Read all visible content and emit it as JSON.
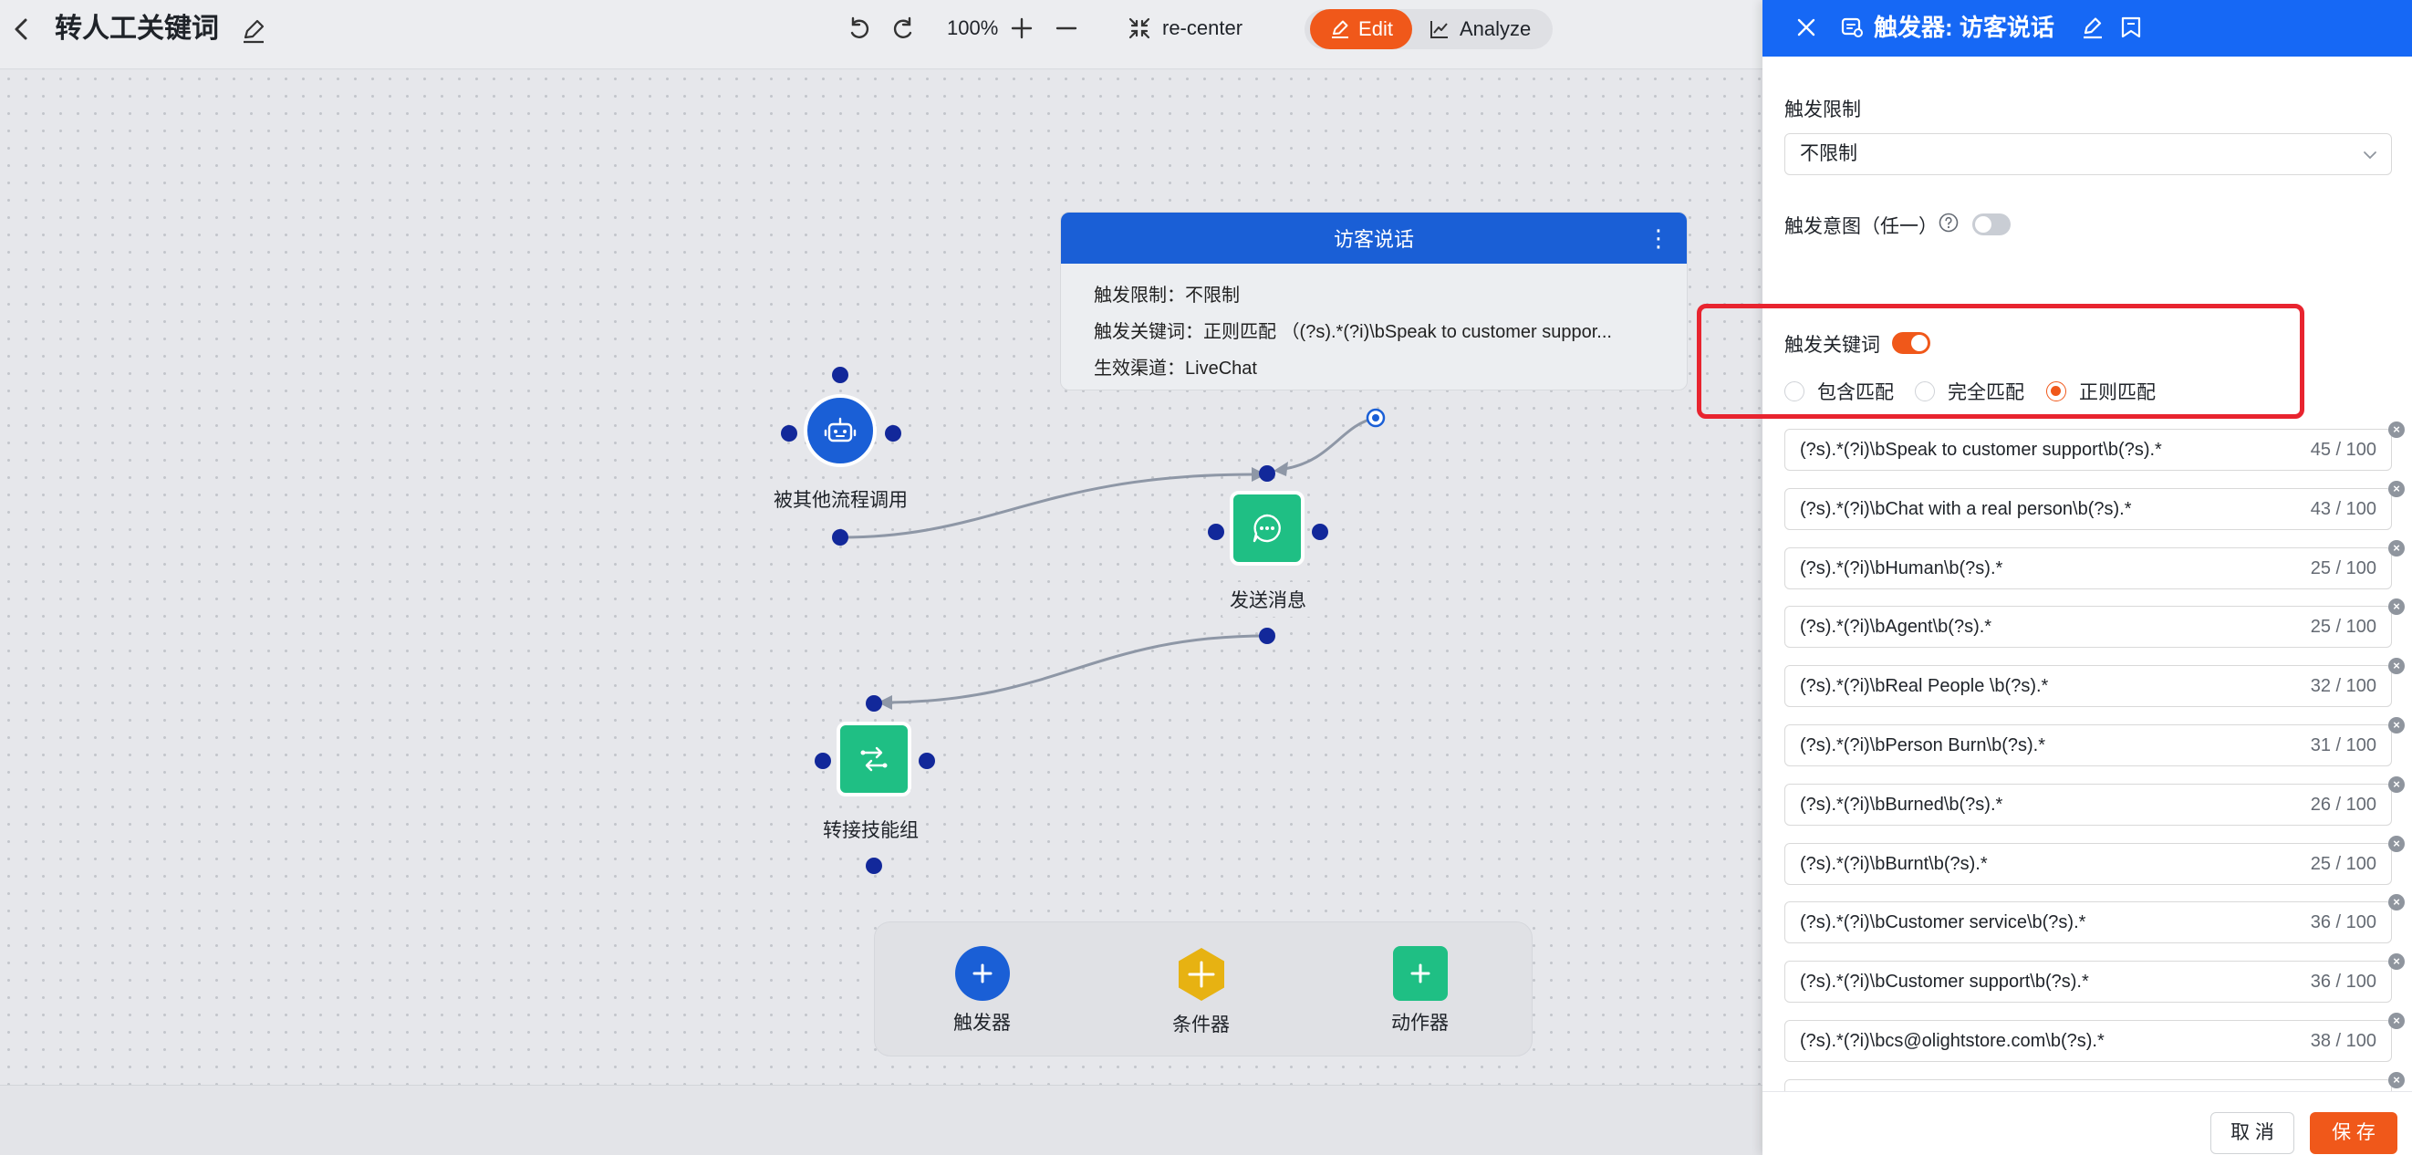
{
  "topbar": {
    "title": "转人工关键词",
    "zoom": "100%",
    "recenter_label": "re-center",
    "edit_label": "Edit",
    "analyze_label": "Analyze"
  },
  "canvas": {
    "trigger_card": {
      "title": "访客说话",
      "line_limit": "触发限制：不限制",
      "line_keyword": "触发关键词：正则匹配 （(?s).*(?i)\\bSpeak to customer suppor...",
      "line_channel": "生效渠道：LiveChat"
    },
    "nodes": {
      "called_by_other": "被其他流程调用",
      "send_message": "发送消息",
      "transfer_group": "转接技能组"
    },
    "palette": {
      "trigger": "触发器",
      "condition": "条件器",
      "action": "动作器"
    }
  },
  "panel": {
    "title": "触发器: 访客说话",
    "limit_label": "触发限制",
    "limit_value": "不限制",
    "intent_label": "触发意图（任一）",
    "intent_enabled": false,
    "keyword_label": "触发关键词",
    "keyword_enabled": true,
    "match_options": [
      "包含匹配",
      "完全匹配",
      "正则匹配"
    ],
    "match_selected": "正则匹配",
    "keywords": [
      {
        "value": "(?s).*(?i)\\bSpeak to customer support\\b(?s).*",
        "count": "45 / 100"
      },
      {
        "value": "(?s).*(?i)\\bChat with a real person\\b(?s).*",
        "count": "43 / 100"
      },
      {
        "value": "(?s).*(?i)\\bHuman\\b(?s).*",
        "count": "25 / 100"
      },
      {
        "value": "(?s).*(?i)\\bAgent\\b(?s).*",
        "count": "25 / 100"
      },
      {
        "value": "(?s).*(?i)\\bReal People \\b(?s).*",
        "count": "32 / 100"
      },
      {
        "value": "(?s).*(?i)\\bPerson Burn\\b(?s).*",
        "count": "31 / 100"
      },
      {
        "value": "(?s).*(?i)\\bBurned\\b(?s).*",
        "count": "26 / 100"
      },
      {
        "value": "(?s).*(?i)\\bBurnt\\b(?s).*",
        "count": "25 / 100"
      },
      {
        "value": "(?s).*(?i)\\bCustomer service\\b(?s).*",
        "count": "36 / 100"
      },
      {
        "value": "(?s).*(?i)\\bCustomer support\\b(?s).*",
        "count": "36 / 100"
      },
      {
        "value": "(?s).*(?i)\\bcs@olightstore.com\\b(?s).*",
        "count": "38 / 100"
      }
    ],
    "cancel_label": "取 消",
    "save_label": "保 存"
  },
  "colors": {
    "accent_orange": "#f0581a",
    "header_blue": "#1668f5",
    "card_blue": "#1a5fd6",
    "node_green": "#1fbf84",
    "node_blue": "#1a5fd6",
    "node_yellow": "#e7b212",
    "port_navy": "#12289a",
    "highlight_red": "#e8242f"
  },
  "icons": [
    "back-icon",
    "edit-icon",
    "undo-icon",
    "redo-icon",
    "zoom-in-icon",
    "zoom-out-icon",
    "recenter-icon",
    "chart-icon",
    "robot-icon",
    "chat-icon",
    "transfer-icon",
    "plus-icon",
    "close-icon",
    "trigger-icon",
    "save-icon",
    "chevron-down-icon",
    "help-icon",
    "clear-icon"
  ]
}
